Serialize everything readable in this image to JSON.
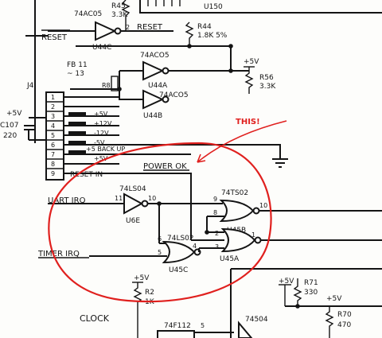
{
  "chips": {
    "u150": "U150",
    "u44c_part": "74AC05",
    "u44c_ref": "U44C",
    "u44a_part": "74ACO5",
    "u44a_ref": "U44A",
    "u44b_part": "74ACO5",
    "u44b_ref": "U44B",
    "u6e_part": "74LS04",
    "u6e_ref": "U6E",
    "u45b_part": "74TS02",
    "u45b_ref": "U45B",
    "u45a_ref": "U45A",
    "u45c_part": "74LS02",
    "u45c_ref": "U45C",
    "u_bottom_part": "74F112",
    "u_bottom2_part": "74504"
  },
  "components": {
    "r45_ref": "R45",
    "r45_val": "3.3K",
    "r44_ref": "R44",
    "r44_val": "1.8K 5%",
    "r56_ref": "R56",
    "r56_val": "3.3K",
    "r71_ref": "R71",
    "r71_val": "330",
    "r70_ref": "R70",
    "r70_val": "470",
    "r2_ref": "R2",
    "r2_val": "1K",
    "fb_ref": "FB 11",
    "fb_val": "~ 13",
    "rb_ref": "R8",
    "c_ref": "C107",
    "c_val": "220",
    "j4_ref": "J4"
  },
  "supplies": {
    "vcc1": "+5V",
    "vcc2": "+5V",
    "vcc3": "+5V",
    "vcc4": "+5V",
    "vcc_c": "+5V"
  },
  "nets": {
    "reset_bar": "RESET",
    "reset_out": "RESET",
    "power_ok": "POWER OK",
    "uart_irq": "UART IRQ",
    "timer_irq": "TIMER IRQ",
    "clock": "CLOCK"
  },
  "connector": {
    "pins": [
      "1",
      "2",
      "3",
      "4",
      "5",
      "6",
      "7",
      "8",
      "9"
    ],
    "labels": [
      "+5V",
      "+12V",
      "-12V",
      "-5V",
      "+5 BACK UP",
      "+5V",
      "RESET IN"
    ]
  },
  "pins": {
    "u44c_out": "2",
    "u6e_in": "11",
    "u6e_out": "10",
    "u45b_9": "9",
    "u45b_8": "8",
    "u45b_10": "10",
    "u45a_2": "2",
    "u45a_3": "3",
    "u45a_1": "1",
    "u45c_6": "6",
    "u45c_5": "5",
    "u45c_4": "4",
    "u_bottom_5": "5"
  },
  "annotation": {
    "text": "THIS!",
    "color": "#e0201e"
  }
}
